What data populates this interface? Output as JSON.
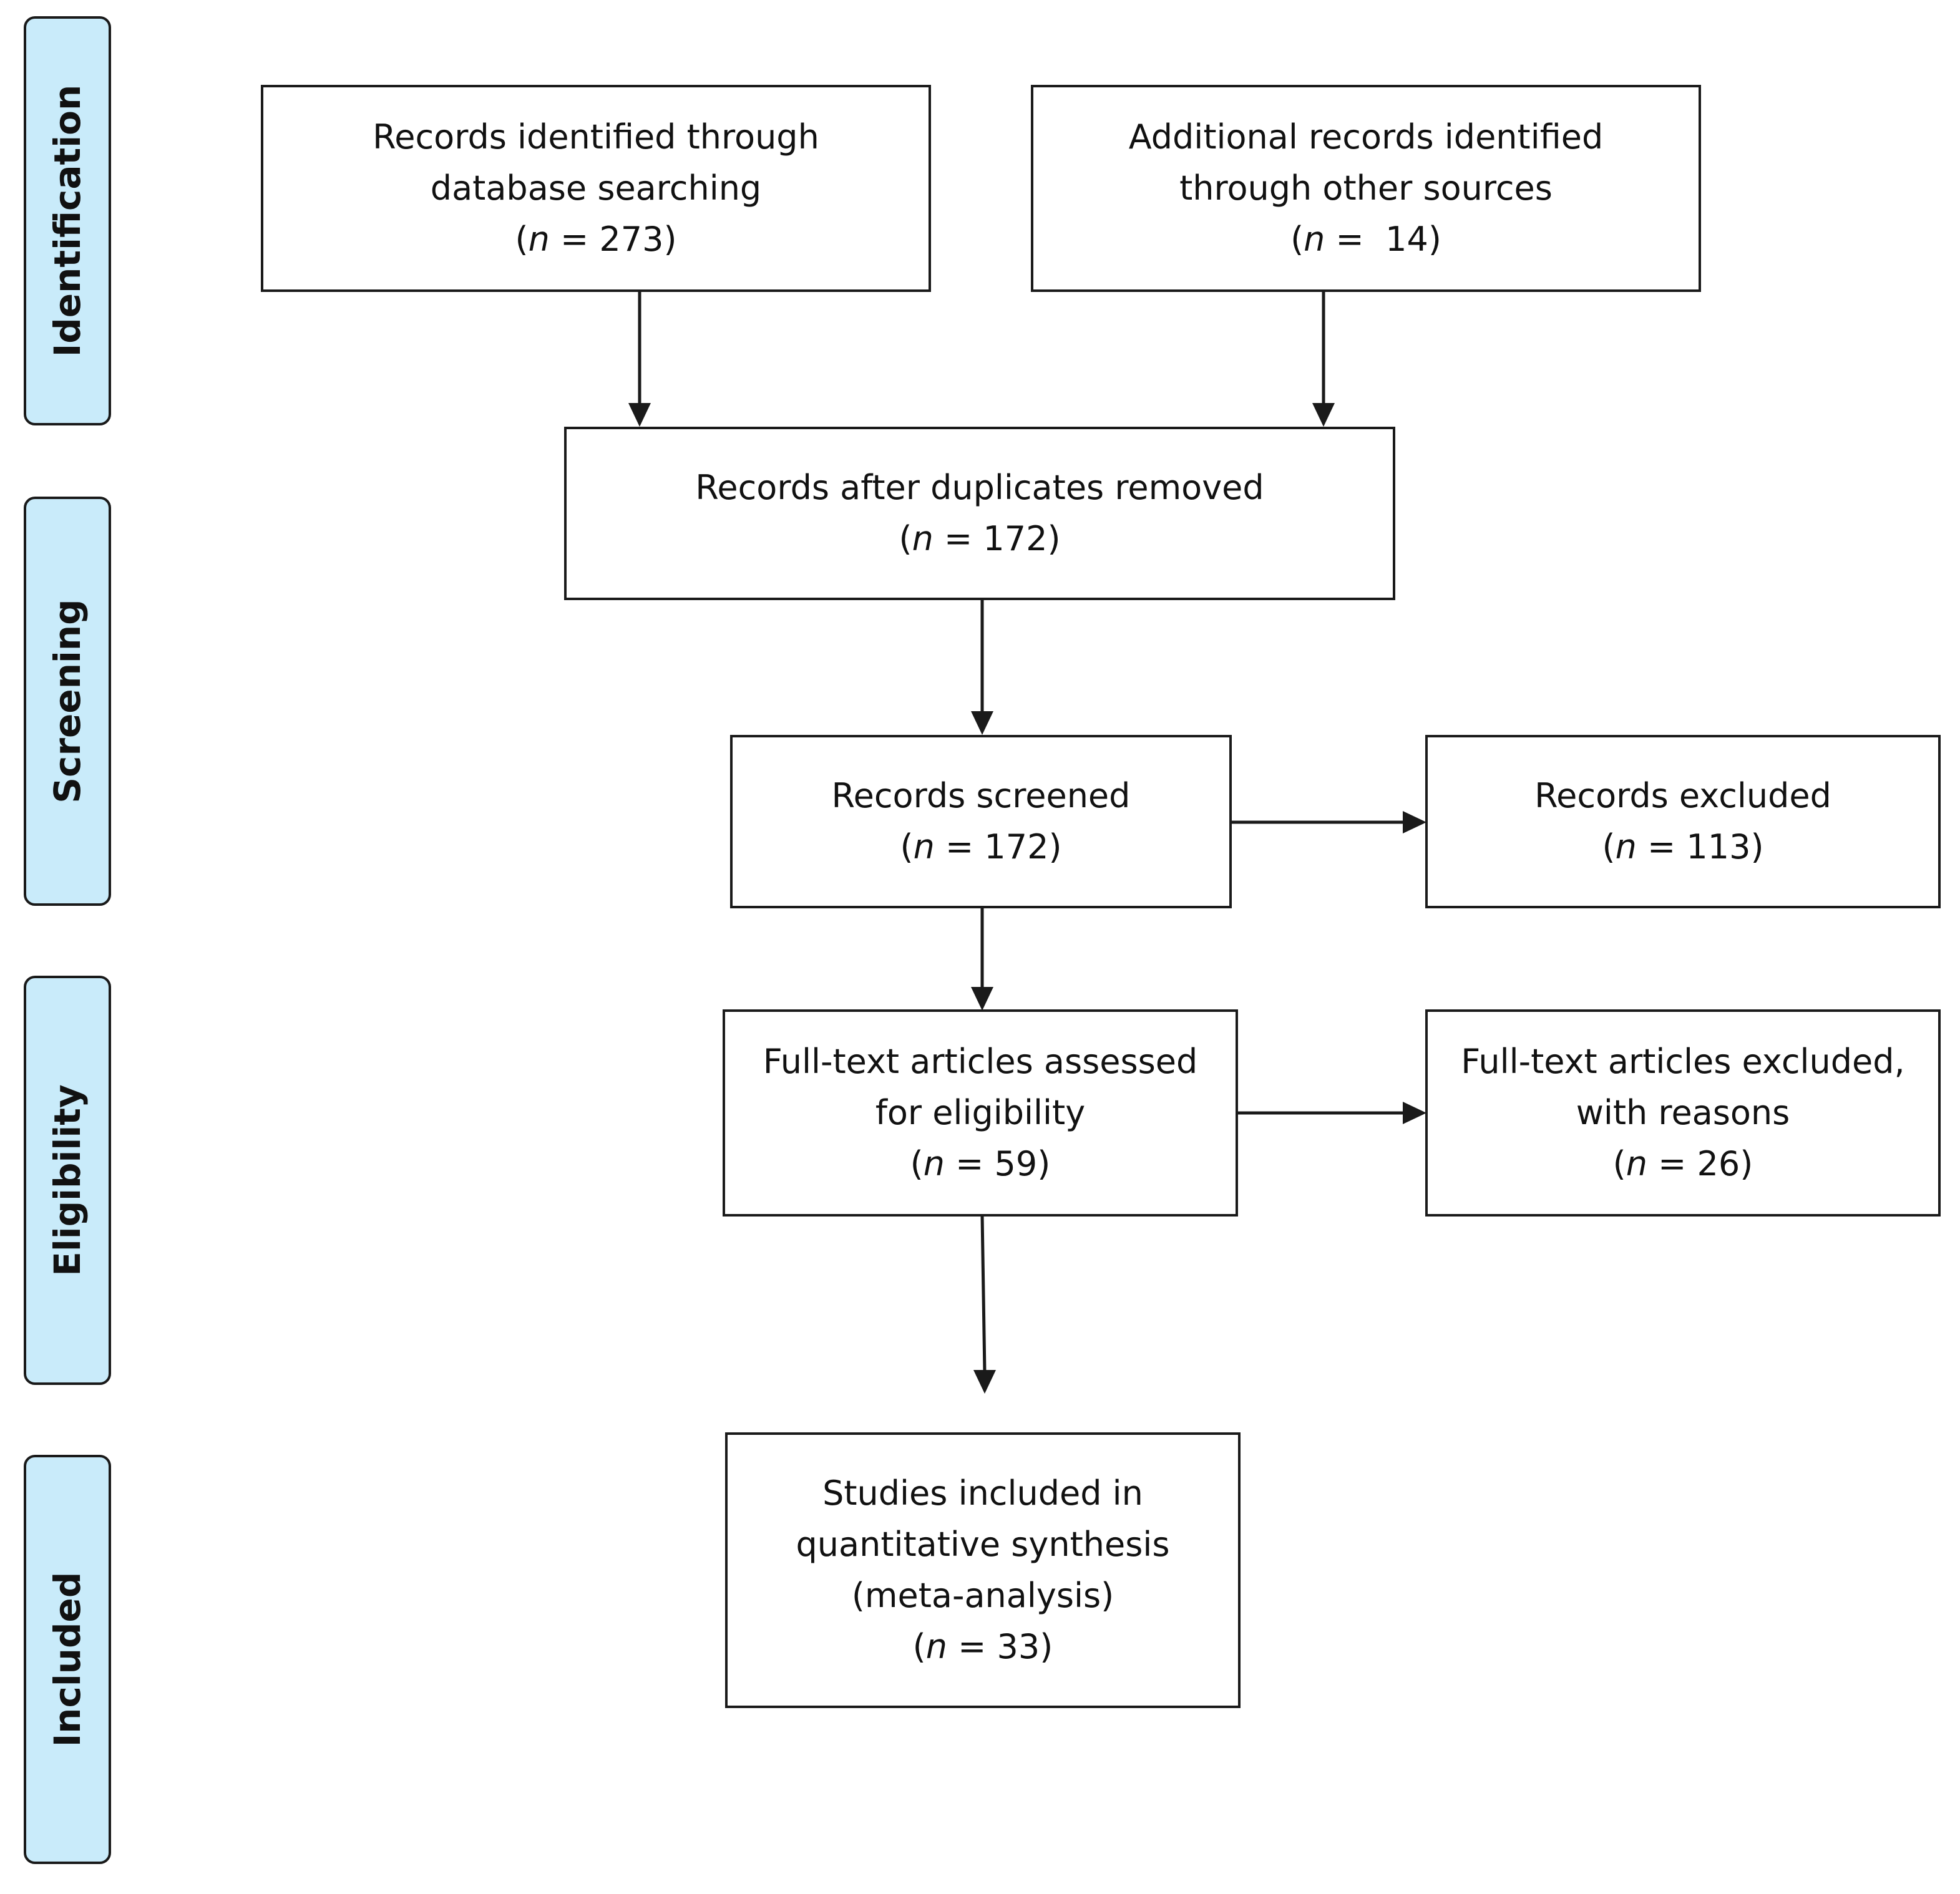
{
  "stages": [
    {
      "id": "identification",
      "label": "Identification"
    },
    {
      "id": "screening",
      "label": "Screening"
    },
    {
      "id": "eligibility",
      "label": "Eligibility"
    },
    {
      "id": "included",
      "label": "Included"
    }
  ],
  "boxes": {
    "database_search": {
      "lines": [
        "Records identified through",
        "database searching"
      ],
      "n_prefix": "(",
      "n_symbol": "n",
      "n_value": " = 273)"
    },
    "other_sources": {
      "lines": [
        "Additional records identified",
        "through other sources"
      ],
      "n_prefix": "(",
      "n_symbol": "n",
      "n_value": " =  14)"
    },
    "duplicates_removed": {
      "lines": [
        "Records after duplicates removed"
      ],
      "n_prefix": "(",
      "n_symbol": "n",
      "n_value": " = 172)"
    },
    "screened": {
      "lines": [
        "Records screened"
      ],
      "n_prefix": "(",
      "n_symbol": "n",
      "n_value": " = 172)"
    },
    "excluded": {
      "lines": [
        "Records excluded"
      ],
      "n_prefix": "(",
      "n_symbol": "n",
      "n_value": " = 113)"
    },
    "full_text_assessed": {
      "lines": [
        "Full-text articles assessed",
        "for eligibility"
      ],
      "n_prefix": "(",
      "n_symbol": "n",
      "n_value": " = 59)"
    },
    "full_text_excluded": {
      "lines": [
        "Full-text articles excluded,",
        "with reasons"
      ],
      "n_prefix": "(",
      "n_symbol": "n",
      "n_value": " = 26)"
    },
    "included_studies": {
      "lines": [
        "Studies included in",
        "quantitative synthesis",
        "(meta-analysis)"
      ],
      "n_prefix": "(",
      "n_symbol": "n",
      "n_value": " = 33)"
    }
  },
  "colors": {
    "stage_fill": "#c9ebfa",
    "stroke": "#1a1a1a",
    "background": "#ffffff"
  }
}
